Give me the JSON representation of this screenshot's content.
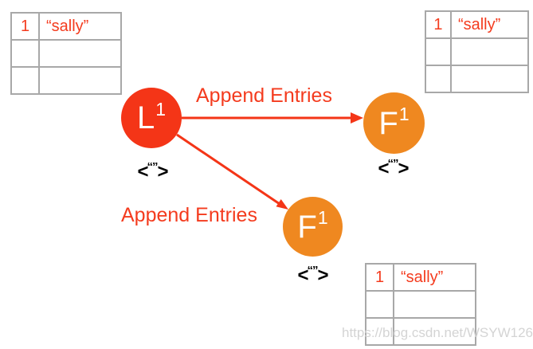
{
  "colors": {
    "leader": "#f43517",
    "follower": "#ef8820",
    "edge": "#f43517",
    "red_text": "#f43b1e",
    "table_border": "#a8a8a8",
    "node_text": "#ffffff",
    "note_text": "#000000",
    "watermark": "#d4d4d4"
  },
  "nodes": {
    "leader": {
      "letter": "L",
      "term": "1",
      "note_open": "<",
      "note_quotes": "“”",
      "note_close": ">"
    },
    "follower_right": {
      "letter": "F",
      "term": "1",
      "note_open": "<",
      "note_quotes": "“”",
      "note_close": ">"
    },
    "follower_bottom": {
      "letter": "F",
      "term": "1",
      "note_open": "<",
      "note_quotes": "“”",
      "note_close": ">"
    }
  },
  "edges": {
    "leader_to_right": {
      "label": "Append Entries"
    },
    "leader_to_bottom": {
      "label": "Append Entries"
    }
  },
  "logs": {
    "top_left": {
      "rows": [
        {
          "index": "1",
          "value": "“sally”"
        },
        {
          "index": "",
          "value": ""
        },
        {
          "index": "",
          "value": ""
        }
      ]
    },
    "top_right": {
      "rows": [
        {
          "index": "1",
          "value": "“sally”"
        },
        {
          "index": "",
          "value": ""
        },
        {
          "index": "",
          "value": ""
        }
      ]
    },
    "bottom_right": {
      "rows": [
        {
          "index": "1",
          "value": "“sally”"
        },
        {
          "index": "",
          "value": ""
        },
        {
          "index": "",
          "value": ""
        }
      ]
    },
    "watermark": ""
  },
  "watermark": {
    "text": "https://blog.csdn.net/WSYW126"
  }
}
